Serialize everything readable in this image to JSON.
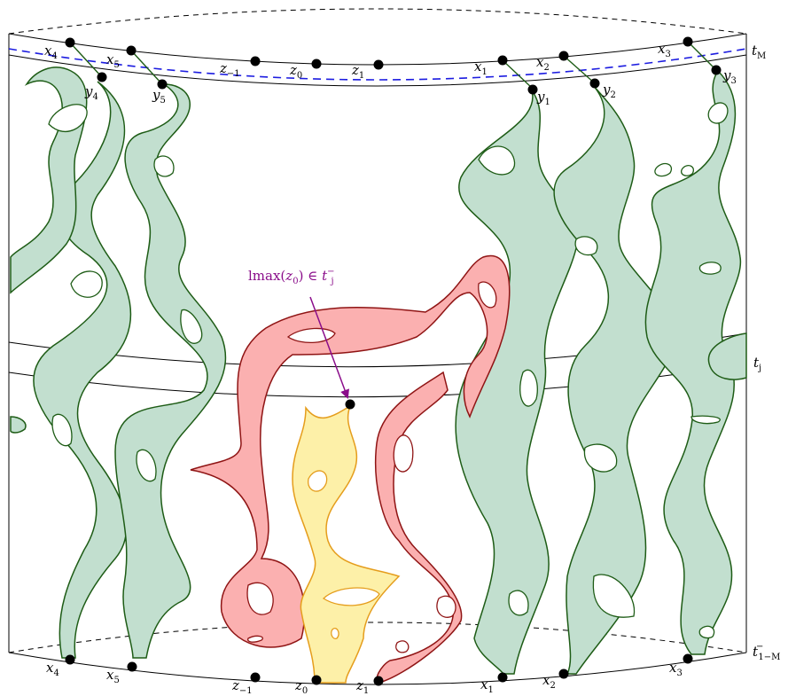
{
  "colors": {
    "green_fill": "#c2dfcf",
    "green_stroke": "#1e5c16",
    "red_fill": "#fbb0b0",
    "red_stroke": "#8f1414",
    "yellow_fill": "#fdf0a8",
    "yellow_stroke": "#e59d1c",
    "dashed_blue": "#1c1ce0",
    "annotation": "#8a0d8a"
  },
  "level_labels": {
    "top": {
      "base": "t",
      "sub": "M",
      "sup": ""
    },
    "middle": {
      "base": "t",
      "sub": "j",
      "sup": ""
    },
    "bottom": {
      "base": "t",
      "sub": "1−M",
      "sup": "−"
    }
  },
  "top_points": {
    "x4": {
      "base": "x",
      "sub": "4"
    },
    "x5": {
      "base": "x",
      "sub": "5"
    },
    "z_m1": {
      "base": "z",
      "sub": "−1"
    },
    "z0": {
      "base": "z",
      "sub": "0"
    },
    "z1": {
      "base": "z",
      "sub": "1"
    },
    "x1": {
      "base": "x",
      "sub": "1"
    },
    "x2": {
      "base": "x",
      "sub": "2"
    },
    "x3": {
      "base": "x",
      "sub": "3"
    },
    "y4": {
      "base": "y",
      "sub": "4"
    },
    "y5": {
      "base": "y",
      "sub": "5"
    },
    "y1": {
      "base": "y",
      "sub": "1"
    },
    "y2": {
      "base": "y",
      "sub": "2"
    },
    "y3": {
      "base": "y",
      "sub": "3"
    }
  },
  "bottom_points": {
    "x4": {
      "base": "x",
      "sub": "4"
    },
    "x5": {
      "base": "x",
      "sub": "5"
    },
    "z_m1": {
      "base": "z",
      "sub": "−1"
    },
    "z0": {
      "base": "z",
      "sub": "0"
    },
    "z1": {
      "base": "z",
      "sub": "1"
    },
    "x1": {
      "base": "x",
      "sub": "1"
    },
    "x2": {
      "base": "x",
      "sub": "2"
    },
    "x3": {
      "base": "x",
      "sub": "3"
    }
  },
  "annotation": {
    "prefix": "lmax(",
    "var_base": "z",
    "var_sub": "0",
    "mid": ") ∈ ",
    "set_base": "t",
    "set_sub": "j",
    "set_sup": "−"
  }
}
